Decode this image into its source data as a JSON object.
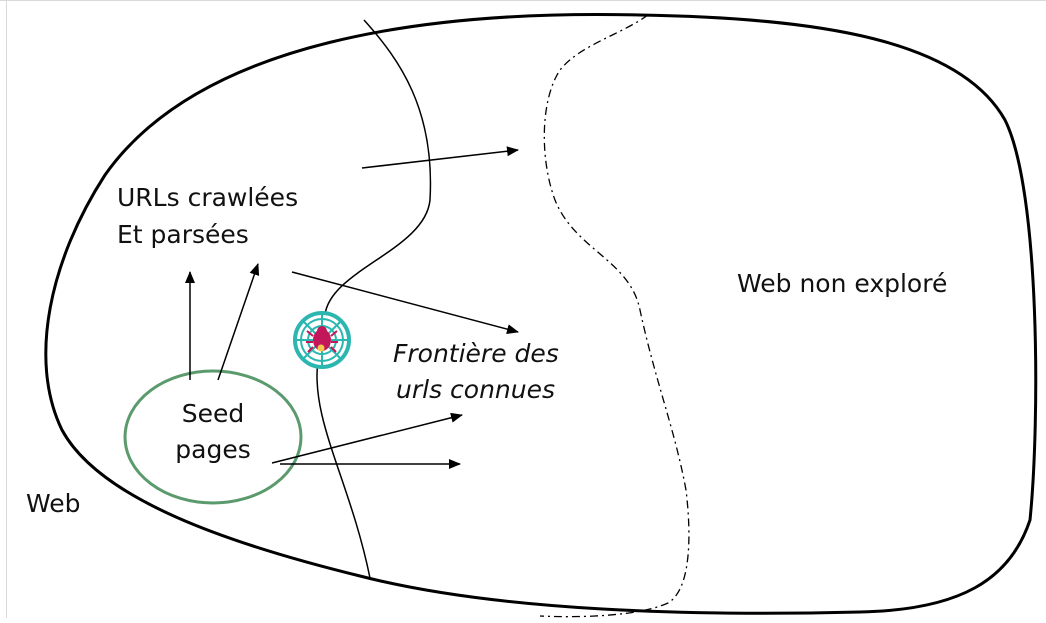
{
  "diagram": {
    "labels": {
      "crawled": [
        "URLs crawlées",
        "Et parsées"
      ],
      "unexplored": "Web non exploré",
      "frontier": [
        "Frontière des",
        "urls connues"
      ],
      "seed": [
        "Seed",
        "pages"
      ],
      "web": "Web"
    },
    "icons": {
      "crawler": "spider-on-web-icon"
    },
    "colors": {
      "outline": "#000000",
      "seed_circle": "#5a9a6c",
      "text": "#111111",
      "crawler_bg": "#2bb7b0",
      "crawler_spider": "#c2185b"
    }
  }
}
